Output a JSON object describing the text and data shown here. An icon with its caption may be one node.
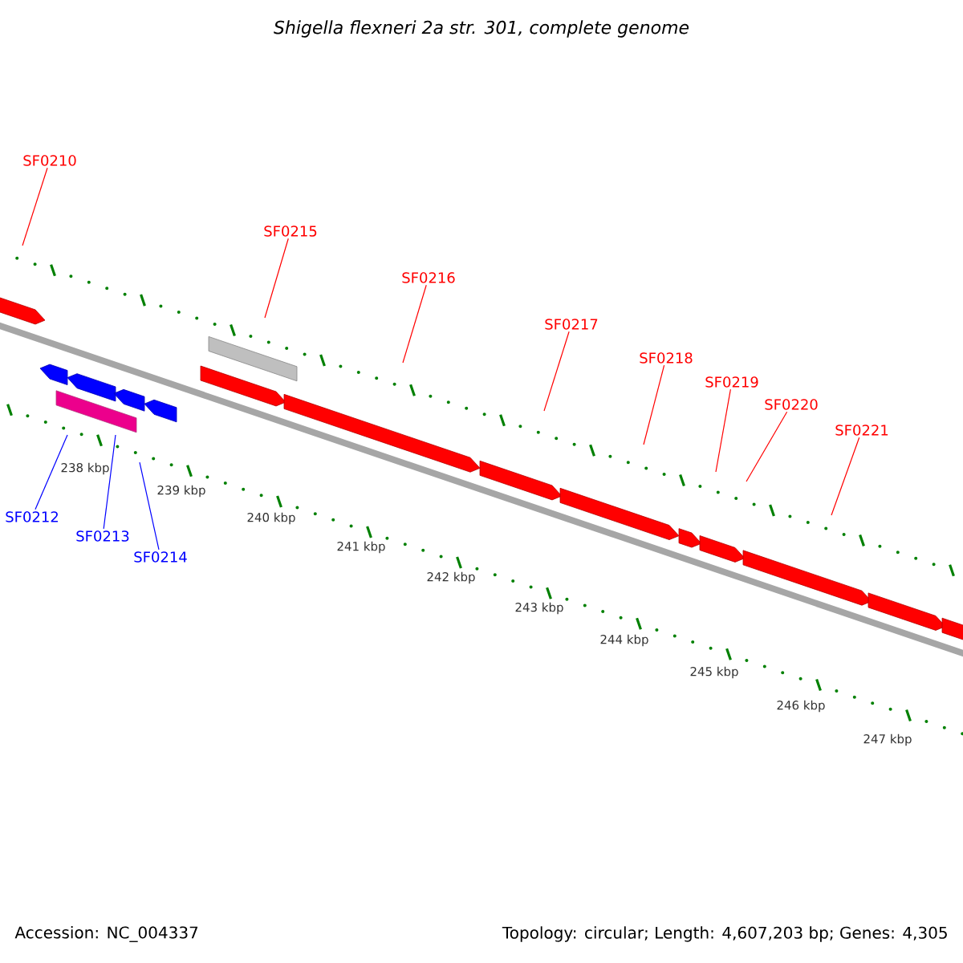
{
  "diagram": {
    "title": "Shigella flexneri 2a str. 301, complete genome",
    "nodes": [
      {
        "text": [
          "SF0210"
        ]
      },
      {
        "text": [
          "SF0215"
        ]
      },
      {
        "text": [
          "SF0216"
        ]
      },
      {
        "text": [
          "SF0217"
        ]
      },
      {
        "text": [
          "SF0218"
        ]
      },
      {
        "text": [
          "SF0219"
        ]
      },
      {
        "text": [
          "SF0220"
        ]
      },
      {
        "text": [
          "SF0221"
        ]
      },
      {
        "text": [
          "SF0212"
        ]
      },
      {
        "text": [
          "SF0213"
        ]
      },
      {
        "text": [
          "SF0214"
        ]
      }
    ],
    "edges": [
      {
        "from": 0,
        "to": null,
        "arrow": "none"
      },
      {
        "from": 1,
        "to": null,
        "arrow": "none"
      },
      {
        "from": 2,
        "to": null,
        "arrow": "none"
      },
      {
        "from": 3,
        "to": null,
        "arrow": "none"
      },
      {
        "from": 4,
        "to": null,
        "arrow": "none"
      },
      {
        "from": 5,
        "to": null,
        "arrow": "none"
      },
      {
        "from": 6,
        "to": null,
        "arrow": "none"
      },
      {
        "from": 7,
        "to": null,
        "arrow": "none"
      },
      {
        "from": 8,
        "to": null,
        "arrow": "none",
        "color": "#0000ff"
      },
      {
        "from": 9,
        "to": null,
        "arrow": "none",
        "color": "#0000ff"
      },
      {
        "from": 10,
        "to": null,
        "arrow": "none",
        "color": "#0000ff"
      }
    ],
    "labels": [
      "238 kbp",
      "239 kbp",
      "240 kbp",
      "241 kbp",
      "242 kbp",
      "243 kbp",
      "244 kbp",
      "245 kbp",
      "246 kbp",
      "247 kbp",
      "Accession: NC_004337",
      "Topology: circular; Length: 4,607,203 bp; Genes: 4,305"
    ]
  }
}
